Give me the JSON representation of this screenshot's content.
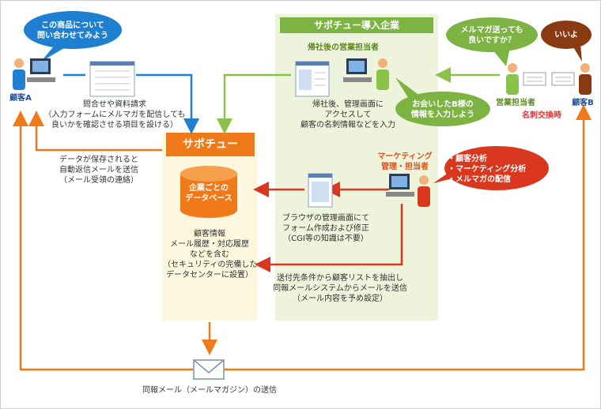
{
  "header": {
    "title": "サポチュー導入企業"
  },
  "service": {
    "name": "サポチュー"
  },
  "database": {
    "label_line1": "企業ごとの",
    "label_line2": "データベース"
  },
  "people": {
    "customer_a": "顧客A",
    "customer_b": "顧客B",
    "sales_rep": "営業担当者",
    "sales_back": "帰社後の営業担当者",
    "marketing_line1": "マーケティング",
    "marketing_line2": "管理・担当者",
    "card_exchange": "名刺交換時"
  },
  "bubbles": {
    "customer_a": [
      "この商品について",
      "問い合わせてみよう"
    ],
    "sales_rep": [
      "メルマガ送っても",
      "良いですか？"
    ],
    "customer_b": [
      "いいよ"
    ],
    "sales_back": [
      "お会いしたB様の",
      "情報を入力しよう"
    ],
    "marketing": [
      "・顧客分析",
      "・マーケティング分析",
      "・メルマガの配信"
    ]
  },
  "notes": {
    "inquiry": [
      "問合せや資料請求",
      "（入力フォームにメルマガを配信しても",
      "良いかを確認させる項目を設ける）"
    ],
    "autoreply": [
      "データが保存されると",
      "自動返信メールを送信",
      "（メール受領の連絡）"
    ],
    "sales_input": [
      "帰社後、管理画面に",
      "アクセスして",
      "顧客の名刺情報などを入力"
    ],
    "form_edit": [
      "ブラウザの管理画面にて",
      "フォーム作成および修正",
      "（CGI等の知識は不要）"
    ],
    "customer_info": [
      "顧客情報",
      "メール履歴・対応履歴",
      "などを含む",
      "（セキュリティの完備した",
      "データセンターに設置）"
    ],
    "send": [
      "送付先条件から顧客リストを抽出し",
      "同報メールシステムからメールを送信",
      "（メール内容を予め設定）"
    ],
    "broadcast": [
      "同報メール（メールマガジン）の送信"
    ]
  },
  "colors": {
    "blue": "#1f7fd0",
    "orange": "#f07a1a",
    "green": "#8bc34a",
    "red": "#d9381e",
    "navy": "#1e3f8a",
    "panel_green": "#eef3dc",
    "panel_yellow": "#fdf7dd"
  },
  "icons": [
    "person-icon",
    "computer-icon",
    "form-document-icon",
    "business-card-icon",
    "envelope-icon",
    "database-icon"
  ]
}
